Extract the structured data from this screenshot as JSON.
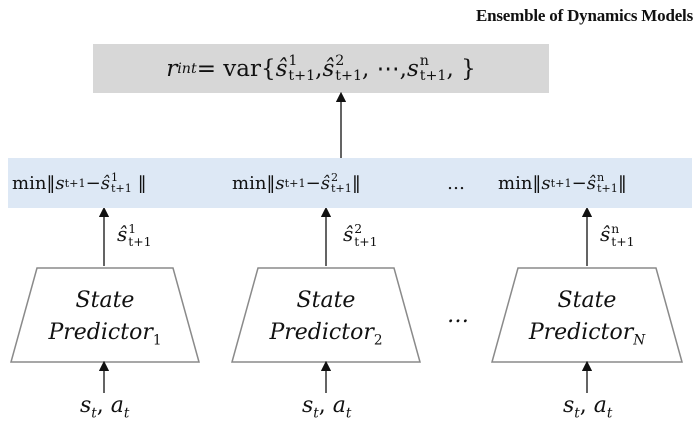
{
  "title": "Ensemble of Dynamics Models",
  "reward": {
    "lhs": "r",
    "lhs_sub": "int",
    "eq": " = var{",
    "terms": [
      {
        "base": "ŝ",
        "sup": "1",
        "sub": "t+1",
        "sep": ", "
      },
      {
        "base": "ŝ",
        "sup": "2",
        "sub": "t+1",
        "sep": ", ⋯, "
      },
      {
        "base": "s",
        "sup": "n",
        "sub": "t+1",
        "sep": ", }"
      }
    ]
  },
  "norms": [
    {
      "min": "min",
      "s": "s",
      "s_sub": "t+1",
      "minus": " − ",
      "hat": "ŝ",
      "hat_sup": "1",
      "hat_sub": "t+1"
    },
    {
      "min": "min",
      "s": "s",
      "s_sub": "t+1",
      "minus": " − ",
      "hat": "ŝ",
      "hat_sup": "2",
      "hat_sub": "t+1"
    },
    {
      "min": "min",
      "s": "s",
      "s_sub": "t+1",
      "minus": " − ",
      "hat": "ŝ",
      "hat_sup": "n",
      "hat_sub": "t+1"
    }
  ],
  "ellipsis": "…",
  "predictions": [
    {
      "base": "ŝ",
      "sup": "1",
      "sub": "t+1"
    },
    {
      "base": "ŝ",
      "sup": "2",
      "sub": "t+1"
    },
    {
      "base": "ŝ",
      "sup": "n",
      "sub": "t+1"
    }
  ],
  "predictors": [
    {
      "line1": "State",
      "line2": "Predictor",
      "sub": "1"
    },
    {
      "line1": "State",
      "line2": "Predictor",
      "sub": "2"
    },
    {
      "line1": "State",
      "line2": "Predictor",
      "sub": "N"
    }
  ],
  "inputs": [
    {
      "s": "s",
      "s_sub": "t",
      "comma": ", ",
      "a": "a",
      "a_sub": "t"
    },
    {
      "s": "s",
      "s_sub": "t",
      "comma": ", ",
      "a": "a",
      "a_sub": "t"
    },
    {
      "s": "s",
      "s_sub": "t",
      "comma": ", ",
      "a": "a",
      "a_sub": "t"
    }
  ]
}
